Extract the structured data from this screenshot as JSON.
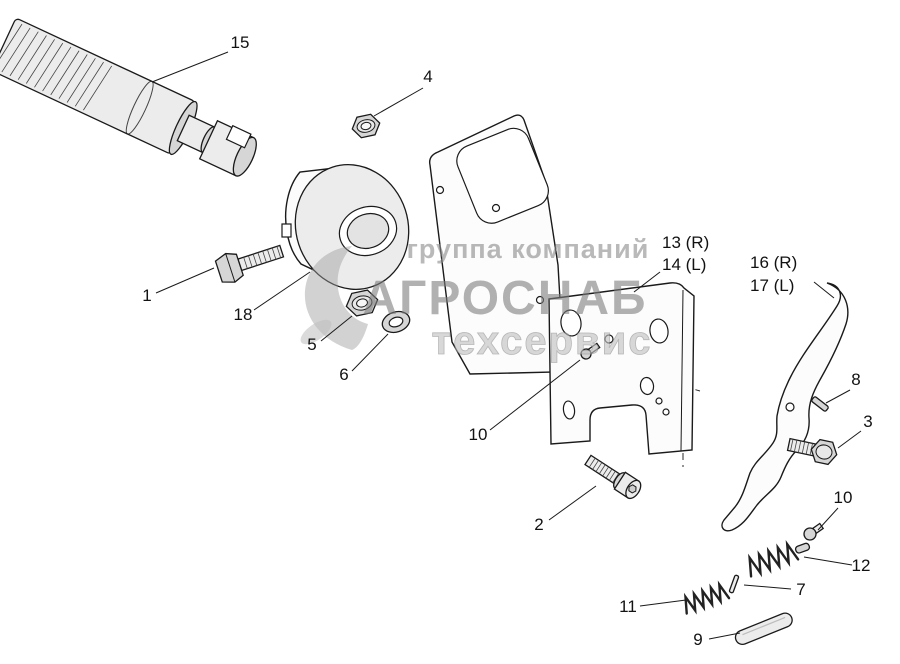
{
  "watermark": {
    "line1": "группа компаний",
    "line2": "АГРОСНАБ",
    "line3": "техсервис",
    "color": "#8a8a8a"
  },
  "callouts": {
    "c1": "1",
    "c2": "2",
    "c3": "3",
    "c4": "4",
    "c5": "5",
    "c6": "6",
    "c7": "7",
    "c8": "8",
    "c9": "9",
    "c10a": "10",
    "c10b": "10",
    "c11": "11",
    "c12": "12",
    "c13": "13 (R)",
    "c14": "14 (L)",
    "c15": "15",
    "c16": "16 (R)",
    "c17": "17 (L)",
    "c18": "18"
  }
}
